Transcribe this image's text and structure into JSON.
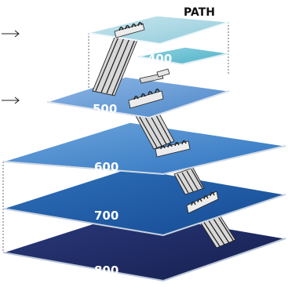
{
  "diagram": {
    "path_label": "PATH",
    "levels": [
      {
        "label": "",
        "color": "#a9d6e3"
      },
      {
        "label": "400",
        "color": "#6fc0d3"
      },
      {
        "label": "500",
        "color": "#5b93cf"
      },
      {
        "label": "600",
        "color": "#3f82c9"
      },
      {
        "label": "700",
        "color": "#1e5aa3"
      },
      {
        "label": "800",
        "color": "#1f2a63"
      }
    ]
  }
}
